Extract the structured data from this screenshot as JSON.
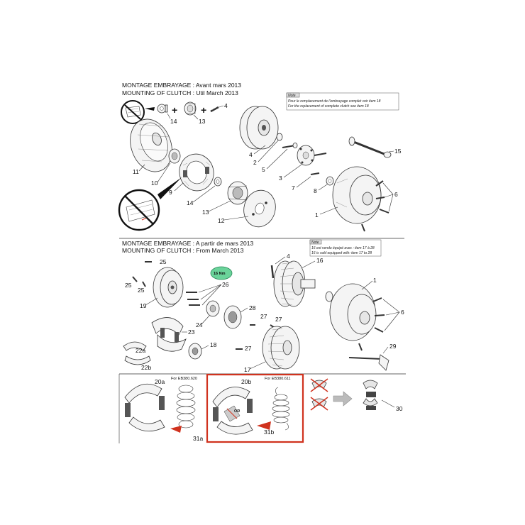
{
  "section_top": {
    "title_fr": "MONTAGE EMBRAYAGE : Avant mars 2013",
    "title_en": "MOUNTING OF CLUTCH : Util March 2013",
    "note_header": "Note",
    "note_fr": "Pour le remplacement de l'embrayage complet voir item 18",
    "note_en": "For the replacement of complete clutch see item 18"
  },
  "section_bottom": {
    "title_fr": "MONTAGE EMBRAYAGE : A partir de mars 2013",
    "title_en": "MOUNTING OF CLUTCH : From March 2013",
    "note_header": "Note",
    "note_fr": "16 est vendu équipé avec : item 17 à 28",
    "note_en": "16 is sold equipped with: item 17 to 28",
    "torque_label": "16 Nm"
  },
  "kits": {
    "left_ref": "For EB380.620",
    "right_ref": "For EB380.611",
    "or_label": "OR"
  },
  "part_labels": {
    "p14a": "14",
    "p13a": "13",
    "p4a": "4",
    "p11": "11",
    "p10": "10",
    "p9": "9",
    "p14b": "14",
    "p13b": "13",
    "p12": "12",
    "p4b": "4",
    "p2": "2",
    "p5": "5",
    "p3": "3",
    "p7": "7",
    "p8": "8",
    "p15": "15",
    "p6a": "6",
    "p1a": "1",
    "p4c": "4",
    "p16": "16",
    "p25a": "25",
    "p25b": "25",
    "p25c": "25",
    "p26": "26",
    "p19": "19",
    "p28": "28",
    "p27a": "27",
    "p27b": "27",
    "p24": "24",
    "p23": "23",
    "p18": "18",
    "p27c": "27",
    "p17": "17",
    "p22a": "22a",
    "p22b": "22b",
    "p1b": "1",
    "p6b": "6",
    "p29": "29",
    "p20a": "20a",
    "p31a": "31a",
    "p20b": "20b",
    "p31b": "31b",
    "p30": "30"
  },
  "colors": {
    "highlight_box": "#d0321e",
    "torque_badge": "#6ad39a",
    "arrow_red": "#d0321e",
    "cross_red": "#d0321e",
    "line": "#333333"
  }
}
